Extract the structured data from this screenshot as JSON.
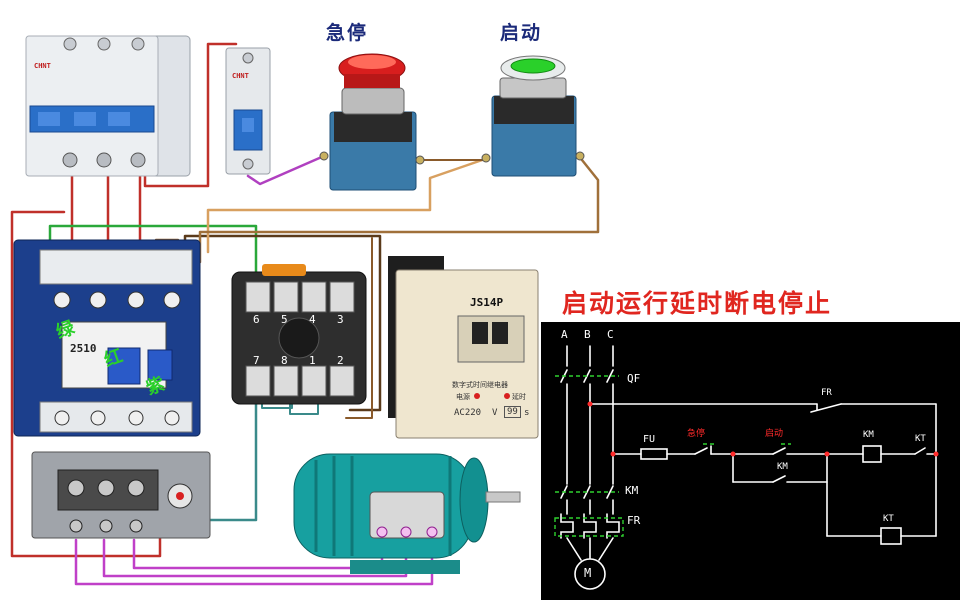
{
  "buttons": {
    "stop_label": "急停",
    "start_label": "启动"
  },
  "diagram_title": "启动运行延时断电停止",
  "devices": {
    "breaker_brand": "CHNT",
    "small_breaker_brand": "CHNT",
    "contactor_model": "2510",
    "timer_model": "JS14P",
    "timer_desc": "数字式时间继电器",
    "timer_voltage": "AC220",
    "timer_unit_v": "V",
    "timer_seconds": "99",
    "timer_unit_s": "s",
    "timer_power": "电源",
    "timer_delay": "延时",
    "socket_top": [
      "6",
      "5",
      "4",
      "3"
    ],
    "socket_bottom": [
      "7",
      "8",
      "1",
      "2"
    ],
    "overlay_text": [
      "绿",
      "红",
      "紫"
    ]
  },
  "schematic": {
    "phases": [
      "A",
      "B",
      "C"
    ],
    "labels": {
      "qf": "QF",
      "km_main": "KM",
      "fr_main": "FR",
      "motor": "M",
      "fu": "FU",
      "fr_ctrl": "FR",
      "stop": "急停",
      "start": "启动",
      "km_aux": "KM",
      "km_coil": "KM",
      "kt_contact": "KT",
      "kt_coil": "KT"
    },
    "colors": {
      "wire": "#ffffff",
      "dash": "#2fd12f",
      "accent": "#ff2a2a"
    }
  }
}
